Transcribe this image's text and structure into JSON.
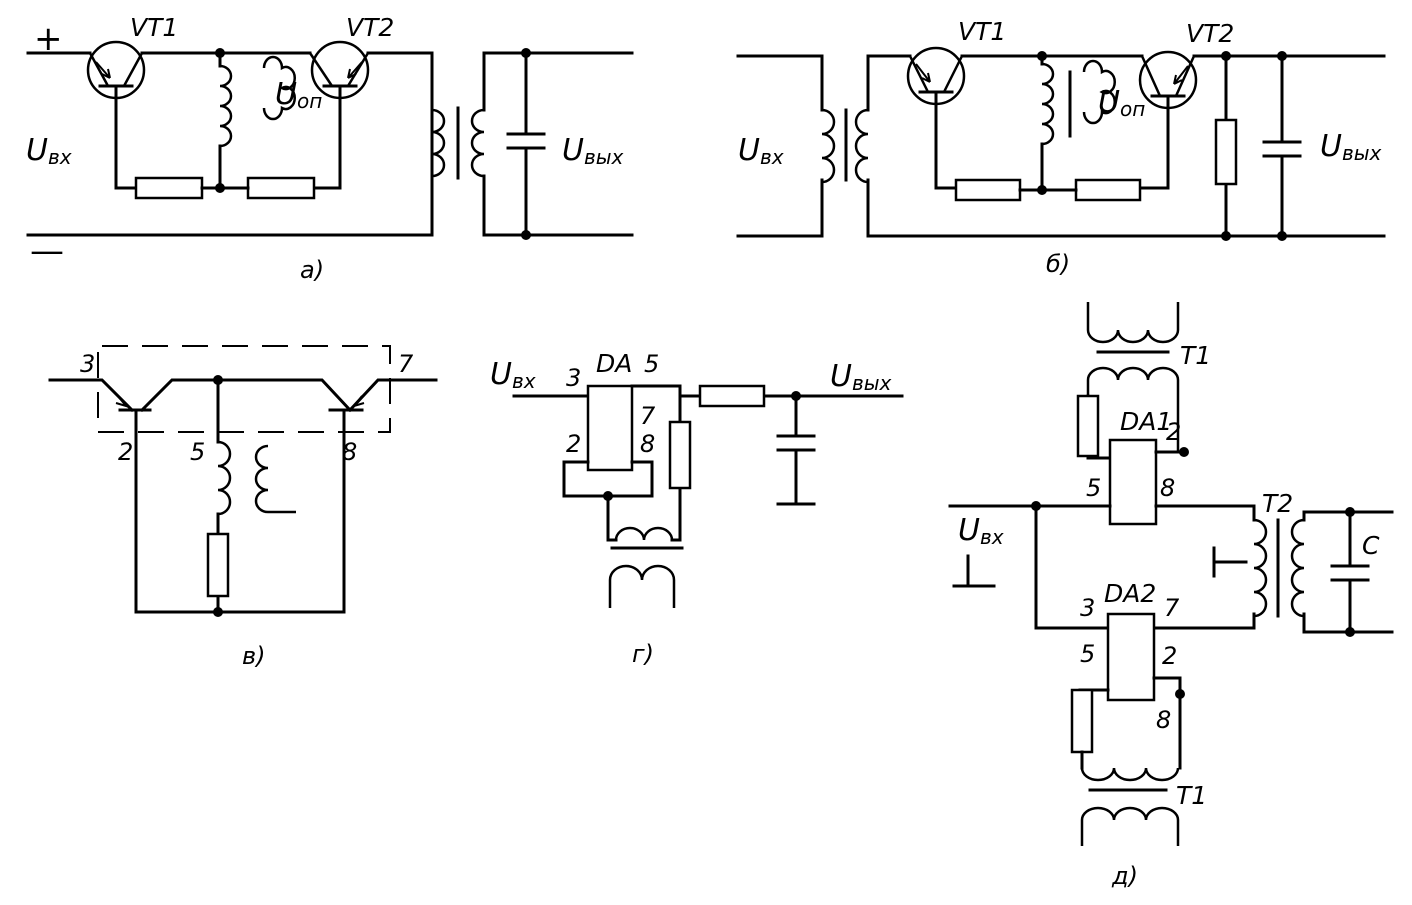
{
  "panel_a": {
    "caption": "a)",
    "plus": "+",
    "minus": "—",
    "vt1": "VT1",
    "vt2": "VT2",
    "u_in": "U",
    "u_in_sub": "вх",
    "u_ref": "U",
    "u_ref_sub": "оп",
    "u_out": "U",
    "u_out_sub": "вых"
  },
  "panel_b": {
    "caption": "б)",
    "vt1": "VT1",
    "vt2": "VT2",
    "u_in": "U",
    "u_in_sub": "вх",
    "u_ref": "U",
    "u_ref_sub": "оп",
    "u_out": "U",
    "u_out_sub": "вых"
  },
  "panel_v": {
    "caption": "в)",
    "pins": [
      "3",
      "7",
      "2",
      "5",
      "8"
    ]
  },
  "panel_g": {
    "caption": "г)",
    "u_in": "U",
    "u_in_sub": "вх",
    "u_out": "U",
    "u_out_sub": "вых",
    "ic": "DA",
    "pins": [
      "3",
      "5",
      "7",
      "8",
      "2"
    ]
  },
  "panel_d": {
    "caption": "д)",
    "u_in": "U",
    "u_in_sub": "вх",
    "t1_top": "T1",
    "t1_bottom": "T1",
    "t2": "T2",
    "c": "C",
    "da1": "DA1",
    "da2": "DA2",
    "da1_pins": [
      "2",
      "5",
      "8"
    ],
    "da2_pins": [
      "3",
      "7",
      "5",
      "2",
      "8"
    ]
  }
}
